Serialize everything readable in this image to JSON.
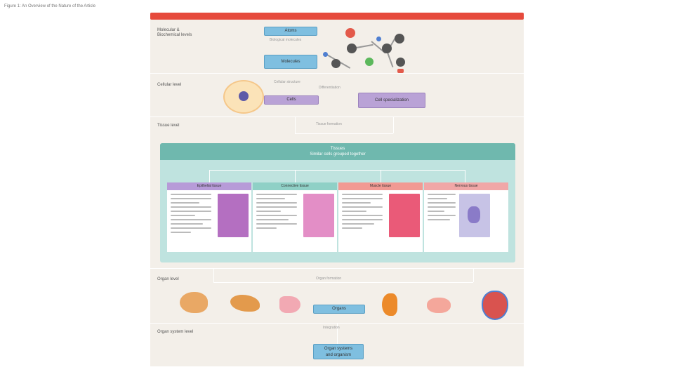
{
  "caption": "Figure 1: An Overview of the Nature of the Article",
  "levels": {
    "molecular": "Molecular &\nBiochemical levels",
    "cellular": "Cellular level",
    "tissue": "Tissue level",
    "organ": "Organ level",
    "system": "Organ system level"
  },
  "molecular": {
    "tag_top": "Atoms",
    "tag_bottom": "Molecules",
    "note": "Biological molecules"
  },
  "cellular": {
    "tag_left": "Cells",
    "tag_right": "Cell specialization",
    "note_top": "Cellular structure",
    "note_mid": "Differentiation"
  },
  "tissue": {
    "note": "Tissue formation",
    "header_line1": "Tissues",
    "header_line2": "Similar cells grouped together",
    "cards": [
      {
        "title": "Epithelial tissue",
        "color": "#b79bd8",
        "img": "#b46fc1"
      },
      {
        "title": "Connective tissue",
        "color": "#8fd0c6",
        "img": "#e38ec6"
      },
      {
        "title": "Muscle tissue",
        "color": "#f19a93",
        "img": "#ea5a78"
      },
      {
        "title": "Nervous tissue",
        "color": "#f0a7a7",
        "img": "#8a7bc8"
      }
    ]
  },
  "organ": {
    "note": "Organ formation",
    "tag": "Organs"
  },
  "system": {
    "note": "Integration",
    "tag_line1": "Organ systems",
    "tag_line2": "and organism"
  },
  "colors": {
    "accent_bar": "#e64a3c",
    "panel": "#f3efe9",
    "teal": "#6fb8ae",
    "teal_light": "#bfe3df",
    "blue_tag": "#7fbfe0",
    "purple_tag": "#b9a2d6"
  },
  "icons": [
    "atom-icon",
    "molecule-icon",
    "cell-icon",
    "brain-icon",
    "liver-icon",
    "stomach-icon",
    "kidney-icon",
    "thyroid-icon",
    "heart-icon"
  ]
}
